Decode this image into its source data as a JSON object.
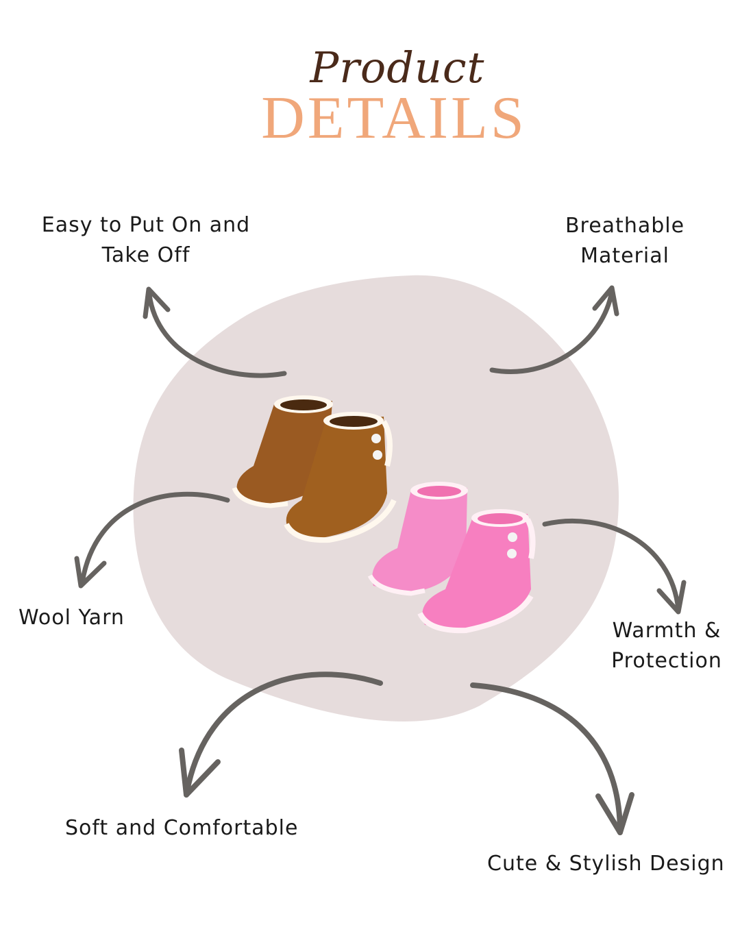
{
  "title": {
    "script": "Product",
    "main": "DETAILS"
  },
  "features": {
    "top_left": [
      "Easy to Put On and",
      "Take Off"
    ],
    "top_right": [
      "Breathable",
      "Material"
    ],
    "mid_left": "Wool Yarn",
    "mid_right": [
      "Warmth &",
      "Protection"
    ],
    "bottom_left": "Soft and Comfortable",
    "bottom_right": "Cute & Stylish Design"
  },
  "colors": {
    "blob": "#e6dcdc",
    "arrow": "#666360",
    "title_script": "#4a2a1a",
    "title_main": "#f0a77a",
    "bootie_brown": "#9a5a22",
    "bootie_pink": "#f58cc8"
  }
}
